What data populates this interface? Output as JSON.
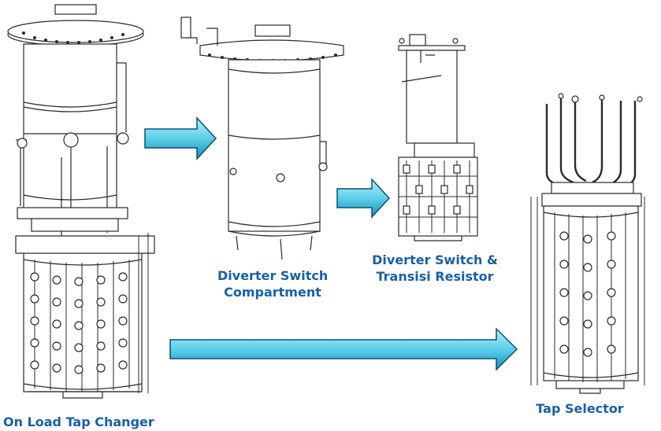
{
  "labels": {
    "oltc": "On Load Tap Changer",
    "diverter_compartment": [
      "Diverter Switch",
      "Compartment"
    ],
    "diverter_resistor": [
      "Diverter Switch &",
      "Transisi Resistor"
    ],
    "tap_selector": "Tap Selector"
  },
  "colors": {
    "label_text": "#1a5fa8",
    "arrow_fill_light": "#8fe6f6",
    "arrow_fill_dark": "#1aa2c8",
    "arrow_outline": "#0b4f78",
    "drawing_stroke": "#2a2a2a"
  }
}
